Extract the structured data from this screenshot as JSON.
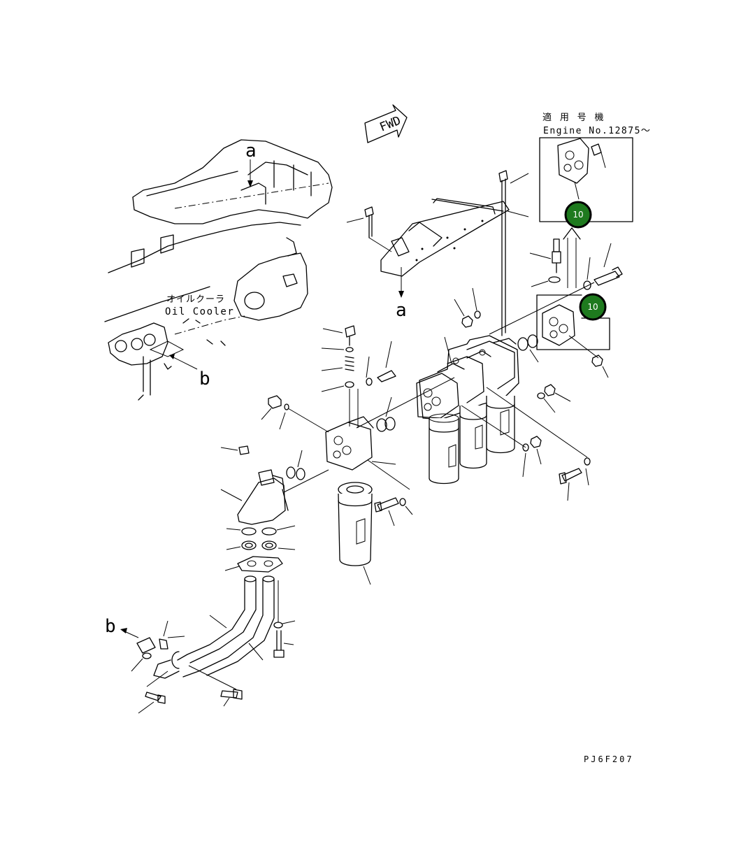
{
  "labels": {
    "fwd": "FWD",
    "applicable_jp": "適 用 号 機",
    "applicable_en": "Engine No.12875～",
    "oil_cooler_jp": "オイルクーラ",
    "oil_cooler_en": "Oil Cooler",
    "ref_a_top": "a",
    "ref_a_bottom": "a",
    "ref_b_right": "b",
    "ref_b_left": "b",
    "drawing_code": "PJ6F207"
  },
  "callouts": [
    {
      "number": "10",
      "color": "#1e7a1e"
    },
    {
      "number": "10",
      "color": "#1e7a1e"
    }
  ],
  "colors": {
    "line": "#000000",
    "background": "#ffffff",
    "callout_fill": "#1e7a1e",
    "callout_text": "#ffffff"
  }
}
